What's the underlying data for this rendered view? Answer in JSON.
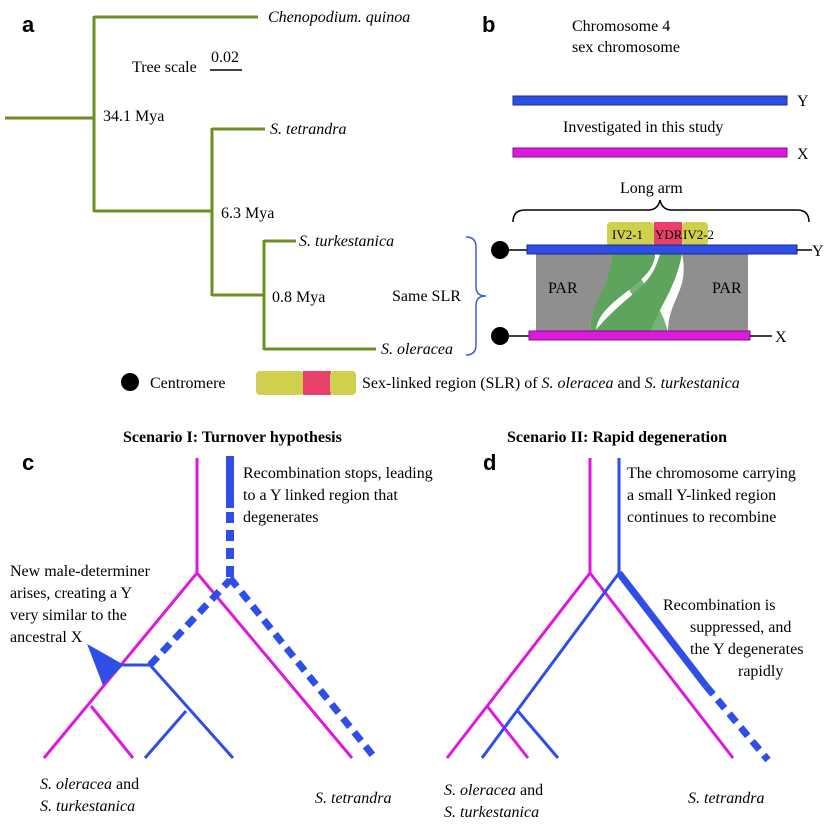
{
  "panels": {
    "a": "a",
    "b": "b",
    "c": "c",
    "d": "d"
  },
  "colors": {
    "tree": "#6b8e1f",
    "y_chrom": "#2e4ee6",
    "x_chrom": "#dd19dd",
    "par": "#8f8f8f",
    "green": "#5da55d",
    "ydr": "#e8406a",
    "iv2": "#cfd04e",
    "bracket": "#3d5bd9"
  },
  "panel_a": {
    "taxa": {
      "quinoa": "Chenopodium. quinoa",
      "tetrandra": "S. tetrandra",
      "turkestanica": "S. turkestanica",
      "oleracea": "S. oleracea"
    },
    "nodes": {
      "root": "34.1 Mya",
      "mid": "6.3 Mya",
      "inner": "0.8 Mya"
    },
    "tree_scale_label": "Tree scale",
    "tree_scale_value": "0.02",
    "same_slr": "Same SLR"
  },
  "panel_b": {
    "title_line1": "Chromosome 4",
    "title_line2": "sex chromosome",
    "y_label": "Y",
    "x_label": "X",
    "investigated": "Investigated in this study",
    "long_arm": "Long arm",
    "iv2_1": "IV2-1",
    "ydr": "YDR",
    "iv2_2": "IV2-2",
    "par_left": "PAR",
    "par_right": "PAR"
  },
  "legend": {
    "centromere": "Centromere",
    "slr_prefix": "Sex-linked region (SLR) of ",
    "slr_sp1": "S. oleracea",
    "slr_and": " and ",
    "slr_sp2": "S. turkestanica"
  },
  "panel_c": {
    "title": "Scenario I: Turnover hypothesis",
    "note_top": [
      "Recombination stops, leading",
      "to a Y linked region that",
      "degenerates"
    ],
    "note_left": [
      "New male-determiner",
      "arises, creating a Y",
      "very similar to the",
      "ancestral X"
    ],
    "species_left_1": "S. oleracea",
    "species_left_and": " and",
    "species_left_2": "S. turkestanica",
    "species_right": "S. tetrandra"
  },
  "panel_d": {
    "title": "Scenario II: Rapid degeneration",
    "note_top": [
      "The chromosome carrying",
      "a small Y-linked region",
      "continues to recombine"
    ],
    "note_right": [
      "Recombination is",
      "suppressed, and",
      "the Y degenerates",
      "rapidly"
    ],
    "species_left_1": "S. oleracea",
    "species_left_and": " and",
    "species_left_2": "S. turkestanica",
    "species_right": "S. tetrandra"
  }
}
